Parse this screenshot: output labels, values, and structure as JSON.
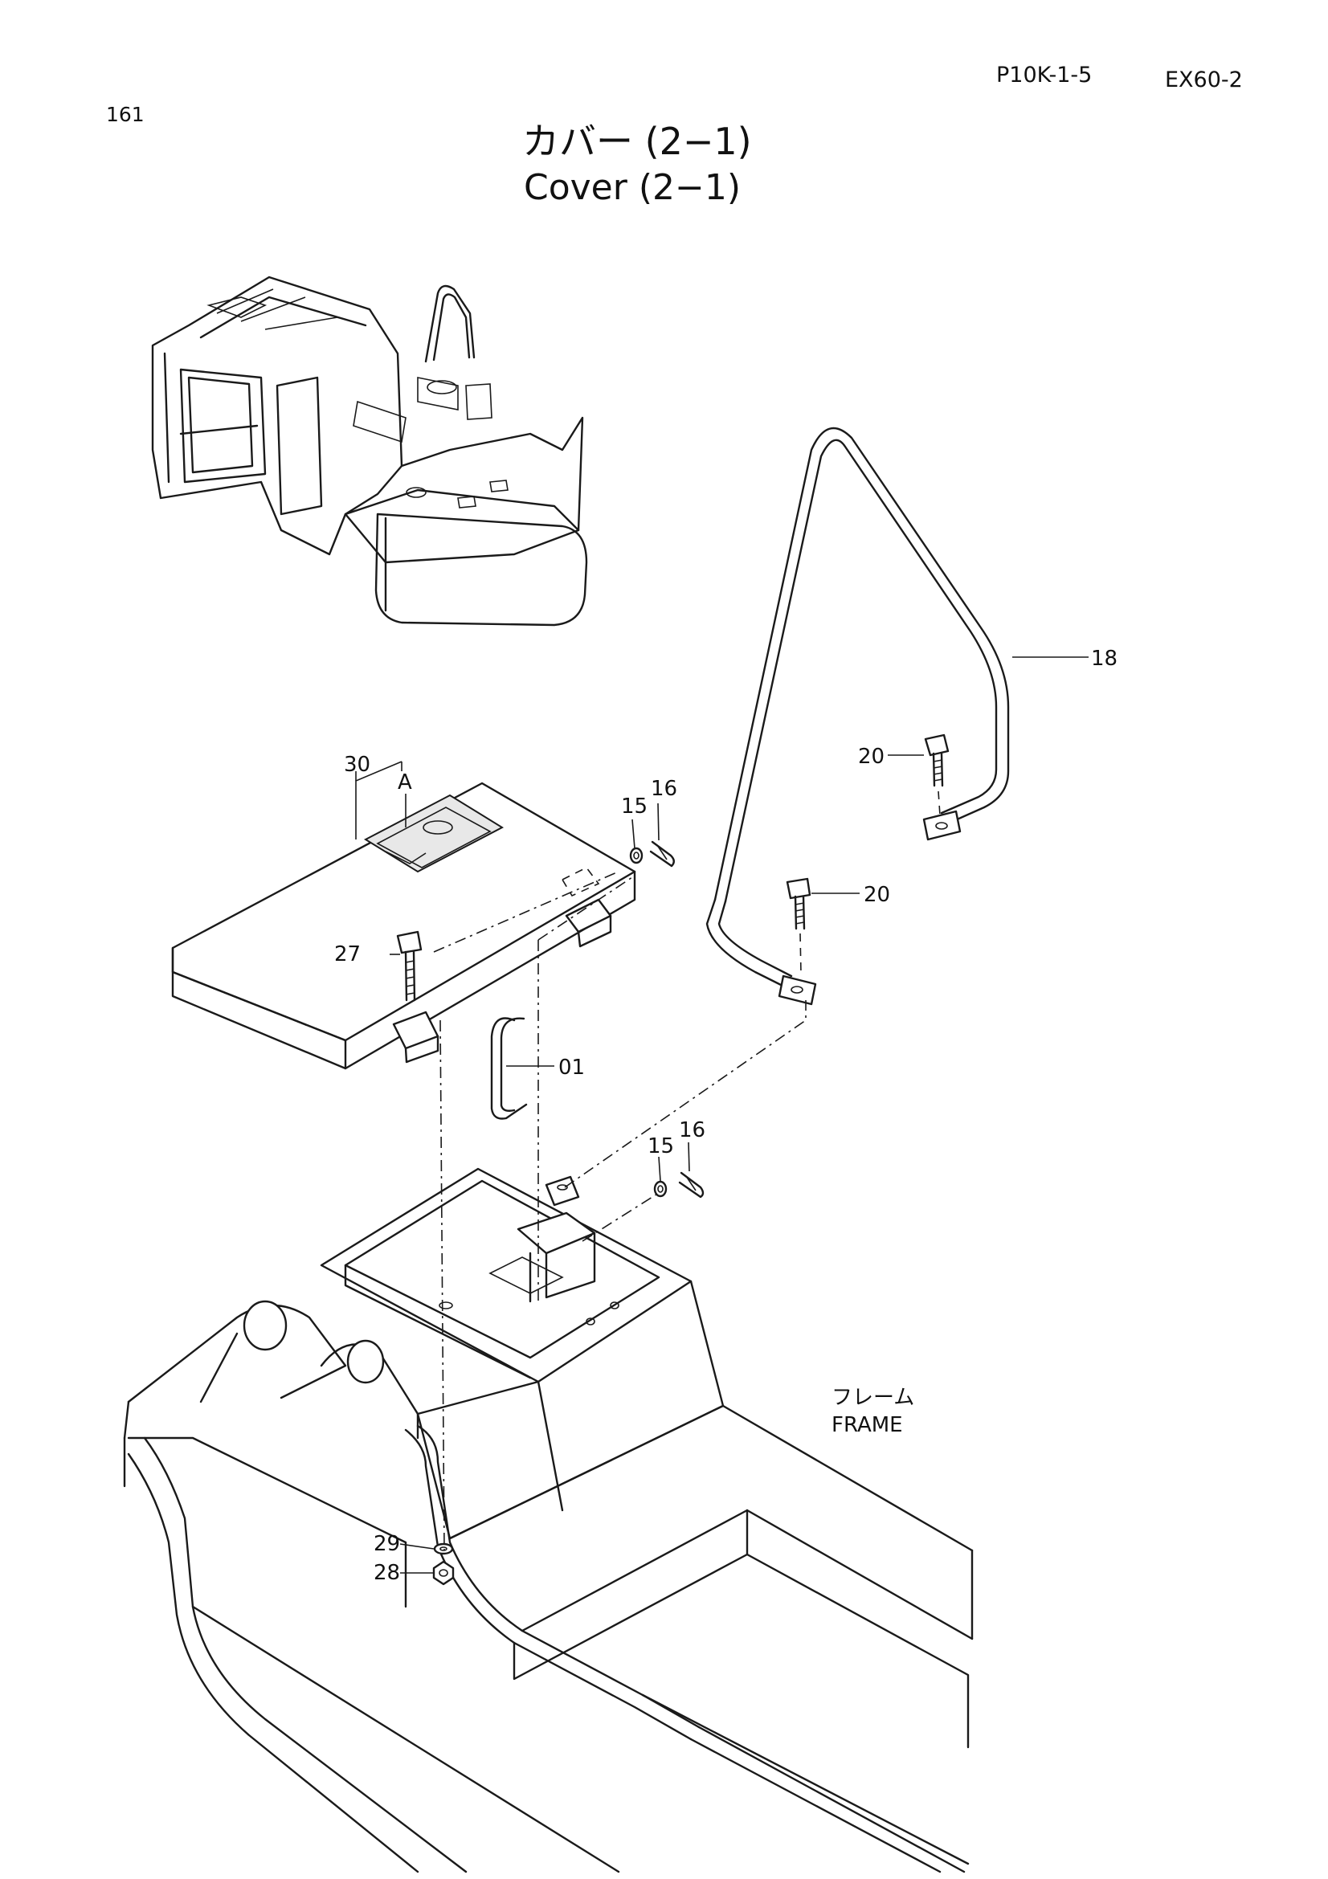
{
  "header": {
    "page_number": "161",
    "catalog_code": "P10K-1-5",
    "model": "EX60-2",
    "title_jp": "カバー (2−1)",
    "title_en": "Cover (2−1)"
  },
  "callouts": {
    "c01": "01",
    "c15a": "15",
    "c16a": "16",
    "c15b": "15",
    "c16b": "16",
    "c18": "18",
    "c20a": "20",
    "c20b": "20",
    "c27": "27",
    "c28": "28",
    "c29": "29",
    "c30": "30",
    "detail_a": "A"
  },
  "frame_label": {
    "jp": "フレーム",
    "en": "FRAME"
  }
}
